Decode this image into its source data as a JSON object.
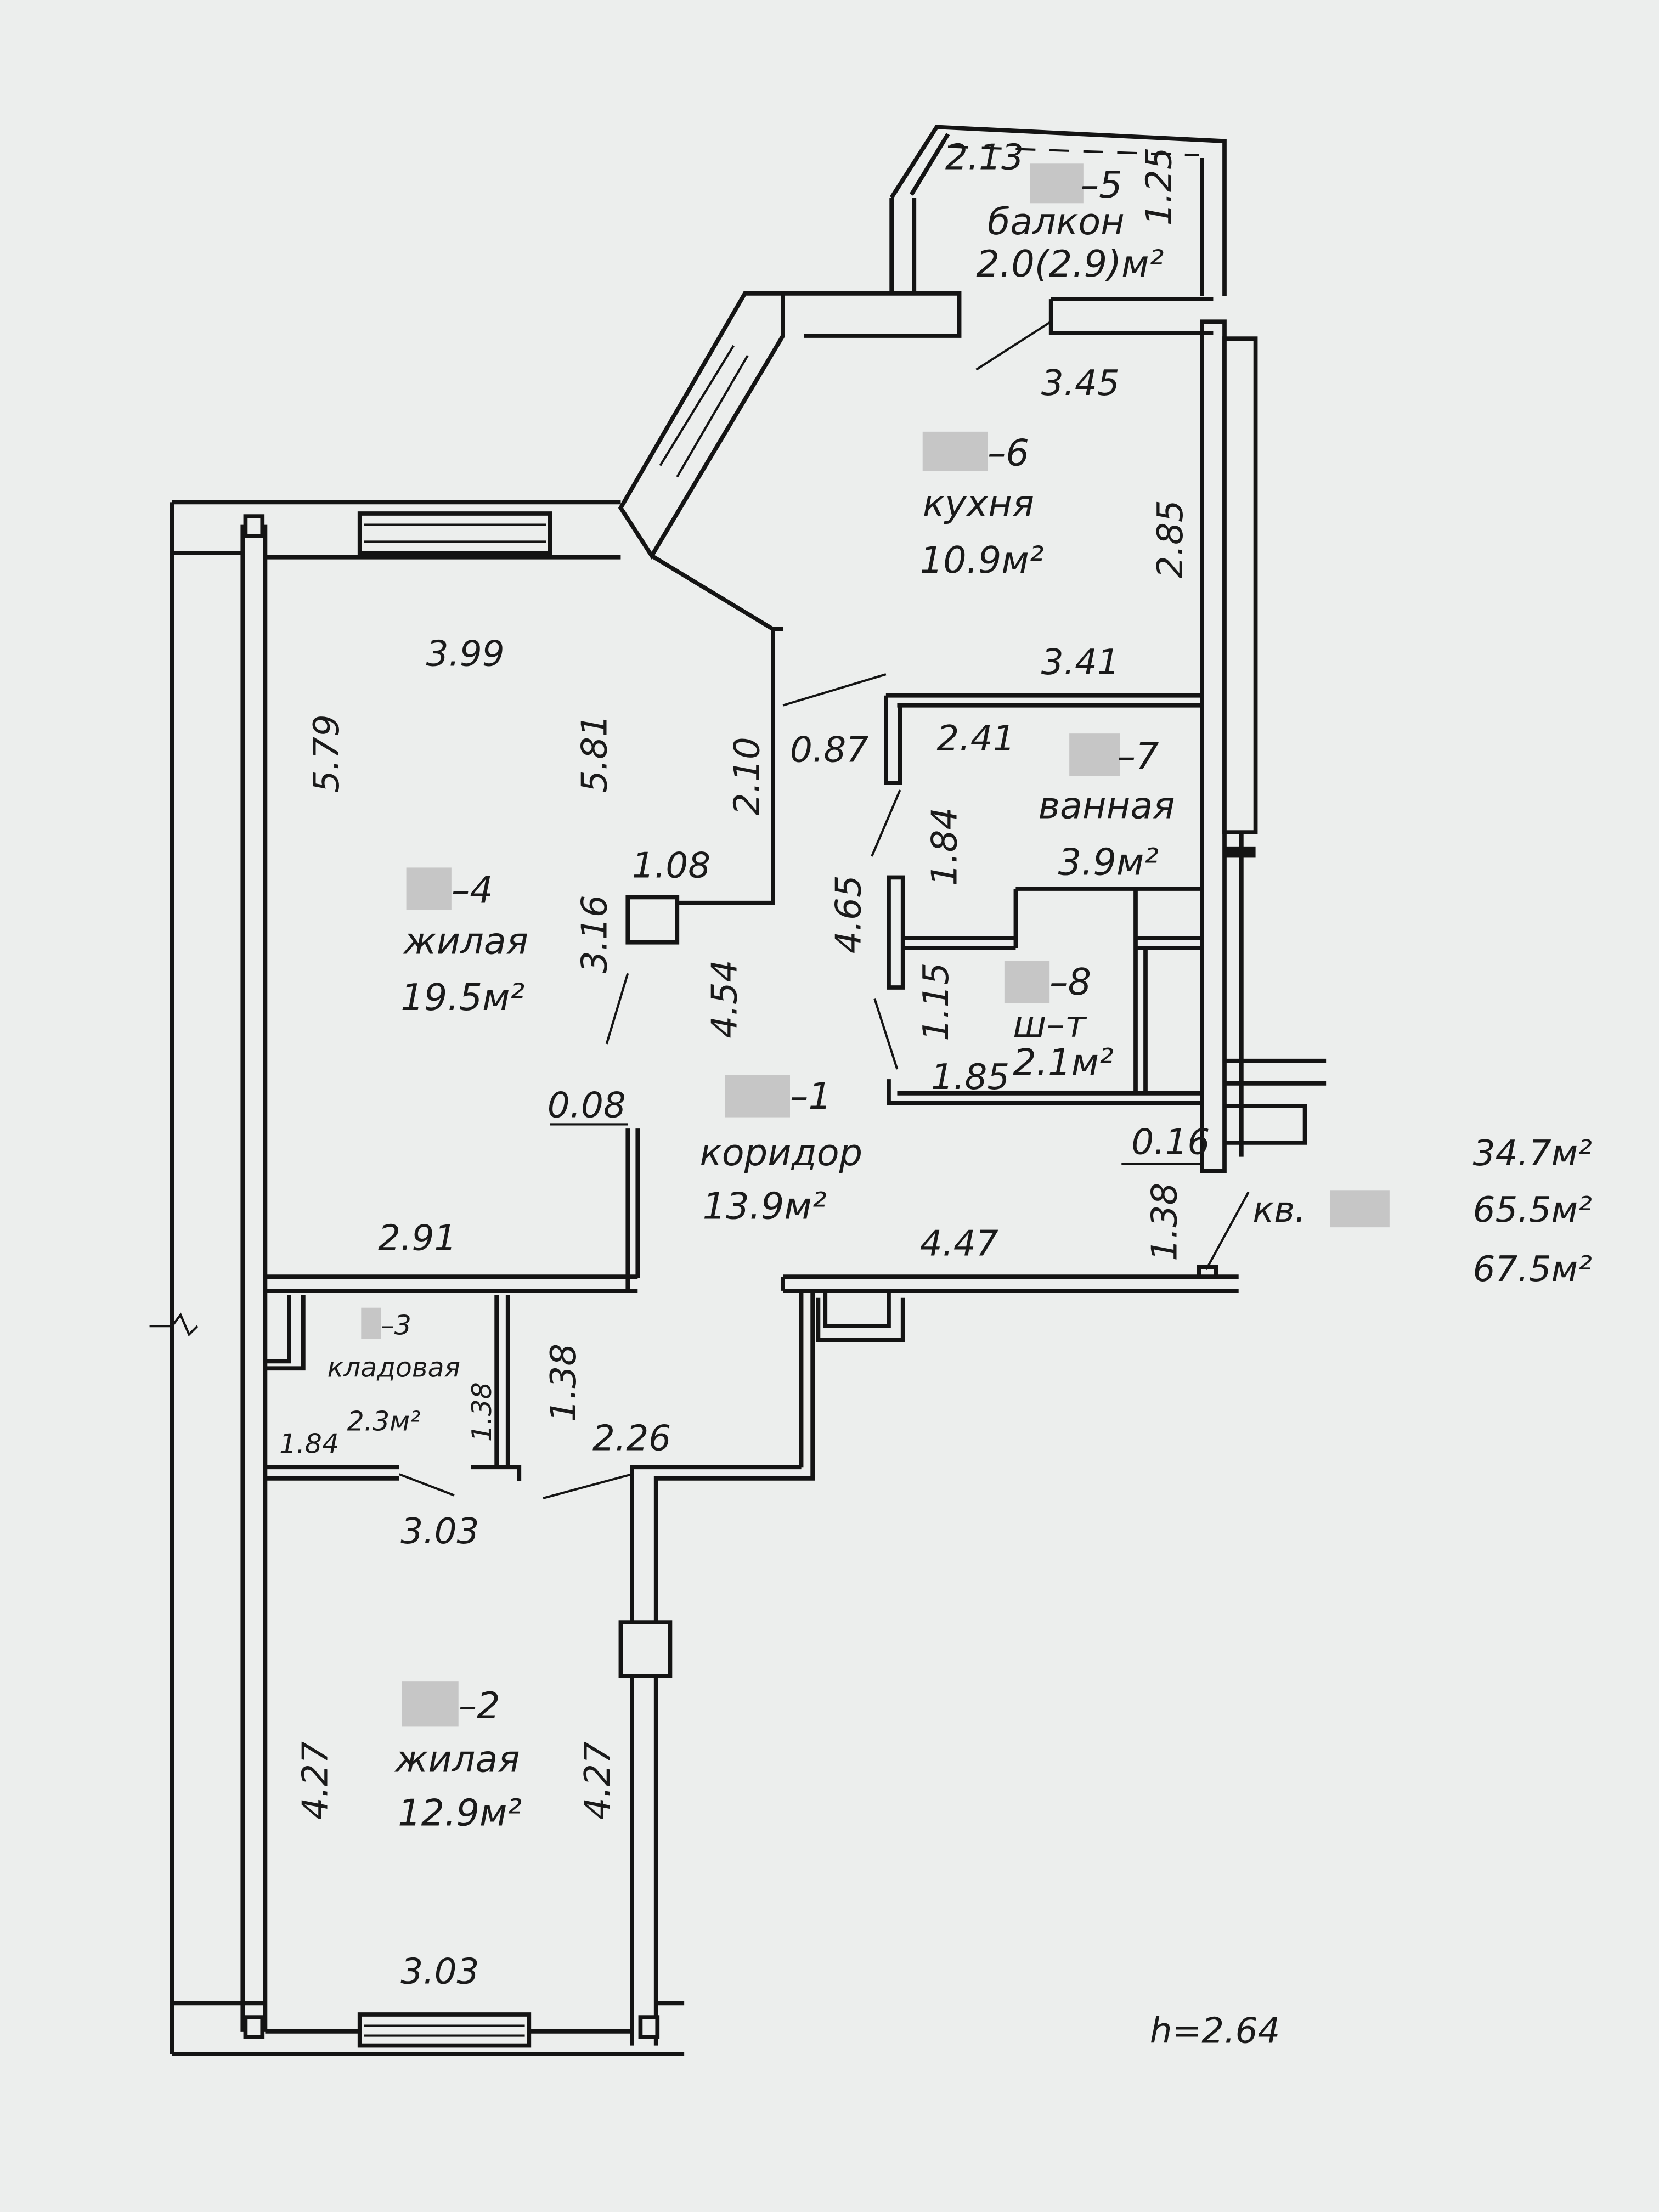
{
  "rooms": [
    {
      "id": "room-1",
      "number": "–1",
      "name": "коридор",
      "area": "13.9м²"
    },
    {
      "id": "room-2",
      "number": "–2",
      "name": "жилая",
      "area": "12.9м²"
    },
    {
      "id": "room-3",
      "number": "–3",
      "name": "кладовая",
      "area": "2.3м²"
    },
    {
      "id": "room-4",
      "number": "–4",
      "name": "жилая",
      "area": "19.5м²"
    },
    {
      "id": "room-5",
      "number": "–5",
      "name": "балкон",
      "area": "2.0(2.9)м²"
    },
    {
      "id": "room-6",
      "number": "–6",
      "name": "кухня",
      "area": "10.9м²"
    },
    {
      "id": "room-7",
      "number": "–7",
      "name": "ванная",
      "area": "3.9м²"
    },
    {
      "id": "room-8",
      "number": "–8",
      "name": "ш–т",
      "area": "2.1м²"
    }
  ],
  "dimensions": {
    "balcony_width": "2.13",
    "balcony_depth": "1.25",
    "kitchen_top": "3.45",
    "kitchen_side": "2.85",
    "kitchen_bottom": "3.41",
    "room4_top": "3.99",
    "room4_left": "5.79",
    "room4_inner": "5.81",
    "room4_right": "2.10",
    "room4_column": "1.08",
    "room4_lower": "3.16",
    "room4_bottom": "2.91",
    "room4_wall": "0.08",
    "corridor_door": "0.87",
    "corridor_left": "4.54",
    "corridor_right": "4.65",
    "corridor_bottom": "4.47",
    "corridor_entry": "1.38",
    "corridor_lower": "2.26",
    "bath_top": "2.41",
    "bath_side": "1.84",
    "wc_side": "1.15",
    "wc_bottom": "1.85",
    "wall_016": "0.16",
    "storage_side": "1.38",
    "storage_side2": "1.38",
    "storage_bottom": "1.84",
    "room2_top": "3.03",
    "room2_left": "4.27",
    "room2_right": "4.27",
    "room2_bottom": "3.03"
  },
  "apartment": {
    "label": "кв.",
    "living_area": "34.7м²",
    "total_area": "65.5м²",
    "total_with_balcony": "67.5м²"
  },
  "ceiling_height": "h=2.64"
}
